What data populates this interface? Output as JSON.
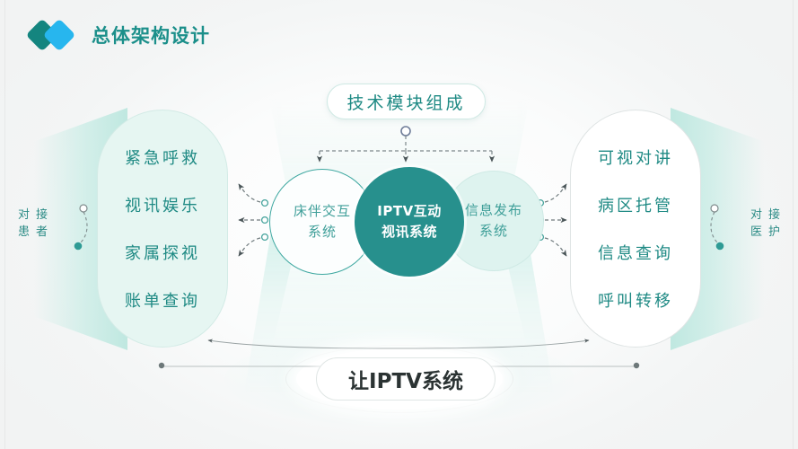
{
  "header": {
    "title": "总体架构设计",
    "logo": {
      "diamond_left_color": "#14857f",
      "diamond_right_color": "#27b6ee"
    }
  },
  "theme": {
    "accent_teal": "#1f8a84",
    "center_circle_fill": "#27908d",
    "left_panel_fill": "#e6f6f2",
    "right_panel_fill": "#ffffff",
    "page_bg": "#f4f5f5",
    "beam_tint": "#bce7df"
  },
  "top_node": {
    "label": "技术模块组成"
  },
  "bottom_node": {
    "label": "让IPTV系统"
  },
  "circles": [
    {
      "id": "bed-interaction",
      "line1": "床伴交互",
      "line2": "系统",
      "fill": "#fcfefe",
      "text_color": "#3f9f99",
      "highlight": false
    },
    {
      "id": "iptv-interactive-video",
      "line1": "IPTV互动",
      "line2": "视讯系统",
      "fill": "#27908d",
      "text_color": "#ffffff",
      "highlight": true
    },
    {
      "id": "information-publishing",
      "line1": "信息发布",
      "line2": "系统",
      "fill": "#def3ef",
      "text_color": "#3f9f99",
      "highlight": false
    }
  ],
  "left_panel": {
    "items": [
      "紧急呼救",
      "视讯娱乐",
      "家属探视",
      "账单查询"
    ]
  },
  "right_panel": {
    "items": [
      "可视对讲",
      "病区托管",
      "信息查询",
      "呼叫转移"
    ]
  },
  "left_edge_label": {
    "col1": [
      "对",
      "患"
    ],
    "col2": [
      "接",
      "者"
    ]
  },
  "right_edge_label": {
    "col1": [
      "对",
      "医"
    ],
    "col2": [
      "接",
      "护"
    ]
  }
}
